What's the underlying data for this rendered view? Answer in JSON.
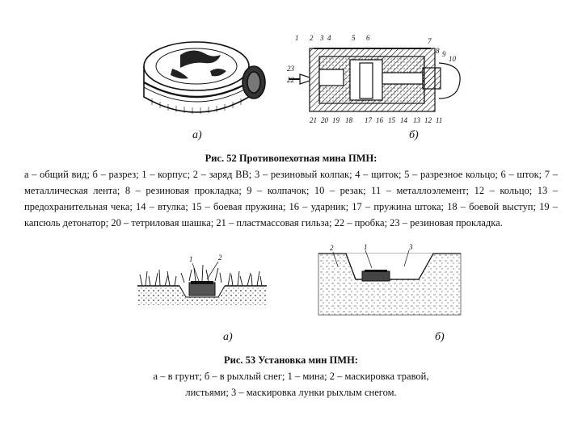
{
  "fig52": {
    "sub_a": "а)",
    "sub_b": "б)",
    "callouts_top": [
      "1",
      "2",
      "3",
      "4",
      "5",
      "6",
      "7",
      "8",
      "9",
      "10"
    ],
    "callouts_left": [
      "23",
      "22"
    ],
    "callouts_bottom": [
      "21",
      "20",
      "19",
      "18",
      "17",
      "16",
      "15",
      "14",
      "13",
      "12",
      "11"
    ],
    "caption_title": "Рис. 52   Противопехотная мина ПМН:",
    "caption_body": "а – общий вид; б – разрез; 1 – корпус; 2 – заряд ВВ; 3 – резиновый колпак;   4 – щиток; 5 – разрезное кольцо; 6 – шток; 7 – металлическая лента; 8 – резиновая прокладка; 9 – колпачок; 10 – резак; 11 – металлоэлемент; 12 – кольцо;   13 – предохранительная чека; 14 – втулка; 15 – боевая пружина; 16 – ударник;   17 – пружина штока; 18 – боевой выступ; 19 – капсюль детонатор; 20 – тетриловая шашка; 21 – пластмассовая гильза; 22 – пробка; 23 – резиновая прокладка."
  },
  "fig53": {
    "sub_a": "а)",
    "sub_b": "б)",
    "callouts_a": [
      "1",
      "2"
    ],
    "callouts_b": [
      "2",
      "1",
      "3"
    ],
    "caption_title": "Рис. 53   Установка мин ПМН:",
    "caption_line1": "а – в грунт;  б – в рыхлый снег;   1 – мина; 2 – маскировка травой,",
    "caption_line2": "листьями; 3 – маскировка лунки рыхлым снегом."
  }
}
